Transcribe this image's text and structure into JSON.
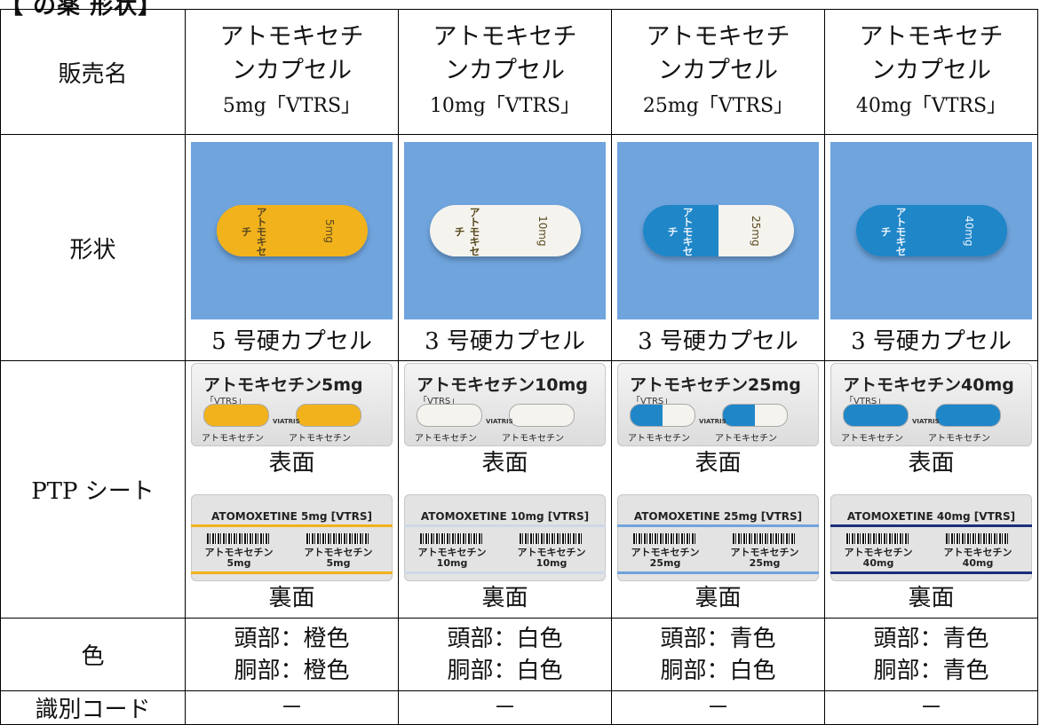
{
  "header": "【 の薬 形状】",
  "labels": {
    "name": "販売名",
    "shape": "形状",
    "ptp": "PTP シート",
    "color": "色",
    "code": "識別コード"
  },
  "ptp_faces": {
    "front": "表面",
    "back": "裏面"
  },
  "products": [
    {
      "name_line1": "アトモキセチ",
      "name_line2": "ンカプセル",
      "name_line3": "5mg「VTRS」",
      "capsule_type": "5 号硬カプセル",
      "capsule_head_color": "#f2b21c",
      "capsule_body_color": "#f2b21c",
      "capsule_text_head": "アトモキセチ",
      "capsule_text_body": "5mg",
      "ptp_front_title": "アトモキセチン5mg",
      "ptp_front_vtrs": "「VTRS」",
      "ptp_front_brand": "VIATRIS",
      "ptp_front_label": "アトモキセチン",
      "ptp_back_title": "ATOMOXETINE 5mg [VTRS]",
      "ptp_back_label": "アトモキセチン",
      "ptp_back_dose": "5mg",
      "ptp_back_band": "#f2b21c",
      "color_head": "頭部：橙色",
      "color_body": "胴部：橙色",
      "code": "－"
    },
    {
      "name_line1": "アトモキセチ",
      "name_line2": "ンカプセル",
      "name_line3": "10mg「VTRS」",
      "capsule_type": "3 号硬カプセル",
      "capsule_head_color": "#f5f3ee",
      "capsule_body_color": "#f5f3ee",
      "capsule_text_head": "アトモキセチ",
      "capsule_text_body": "10mg",
      "ptp_front_title": "アトモキセチン10mg",
      "ptp_front_vtrs": "「VTRS」",
      "ptp_front_brand": "VIATRIS",
      "ptp_front_label": "アトモキセチン",
      "ptp_back_title": "ATOMOXETINE 10mg [VTRS]",
      "ptp_back_label": "アトモキセチン",
      "ptp_back_dose": "10mg",
      "ptp_back_band": "#cfd8e6",
      "color_head": "頭部：白色",
      "color_body": "胴部：白色",
      "code": "－"
    },
    {
      "name_line1": "アトモキセチ",
      "name_line2": "ンカプセル",
      "name_line3": "25mg「VTRS」",
      "capsule_type": "3 号硬カプセル",
      "capsule_head_color": "#1f86c8",
      "capsule_body_color": "#f5f3ee",
      "capsule_text_head": "アトモキセチ",
      "capsule_text_body": "25mg",
      "ptp_front_title": "アトモキセチン25mg",
      "ptp_front_vtrs": "「VTRS」",
      "ptp_front_brand": "VIATRIS",
      "ptp_front_label": "アトモキセチン",
      "ptp_back_title": "ATOMOXETINE 25mg [VTRS]",
      "ptp_back_label": "アトモキセチン",
      "ptp_back_dose": "25mg",
      "ptp_back_band": "#6fa4dd",
      "color_head": "頭部：青色",
      "color_body": "胴部：白色",
      "code": "－"
    },
    {
      "name_line1": "アトモキセチ",
      "name_line2": "ンカプセル",
      "name_line3": "40mg「VTRS」",
      "capsule_type": "3 号硬カプセル",
      "capsule_head_color": "#1f86c8",
      "capsule_body_color": "#1f86c8",
      "capsule_text_head": "アトモキセチ",
      "capsule_text_body": "40mg",
      "ptp_front_title": "アトモキセチン40mg",
      "ptp_front_vtrs": "「VTRS」",
      "ptp_front_brand": "VIATRIS",
      "ptp_front_label": "アトモキセチン",
      "ptp_back_title": "ATOMOXETINE 40mg [VTRS]",
      "ptp_back_label": "アトモキセチン",
      "ptp_back_dose": "40mg",
      "ptp_back_band": "#1b2f7a",
      "color_head": "頭部：青色",
      "color_body": "胴部：青色",
      "code": "－"
    }
  ]
}
